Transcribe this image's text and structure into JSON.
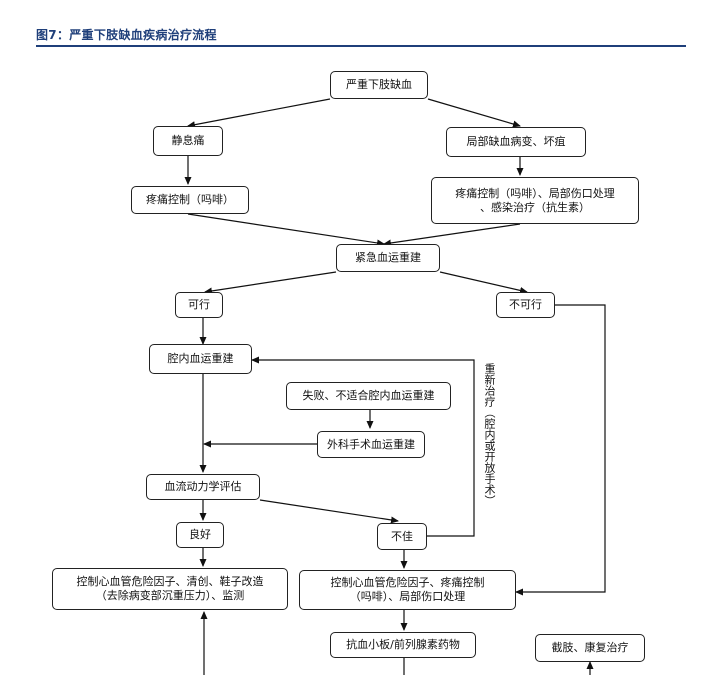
{
  "figure": {
    "title": "图7：严重下肢缺血疾病治疗流程"
  },
  "nodes": {
    "clti": "严重下肢缺血",
    "rest_pain": "静息痛",
    "tissue_loss": "局部缺血病变、坏疽",
    "pain_control": "疼痛控制（吗啡）",
    "pain_wound_infection": "疼痛控制（吗啡）、局部伤口处理\n、感染治疗（抗生素）",
    "emergency_revasc": "紧急血运重建",
    "feasible": "可行",
    "not_feasible": "不可行",
    "endo_revasc": "腔内血运重建",
    "fail_unsuitable": "失败、不适合腔内血运重建",
    "surgical_revasc": "外科手术血运重建",
    "hemo_assessment": "血流动力学评估",
    "good": "良好",
    "poor": "不佳",
    "risk_control_good": "控制心血管危险因子、清创、鞋子改造\n（去除病变部沉重压力）、监测",
    "risk_control_poor": "控制心血管危险因子、疼痛控制\n（吗啡）、局部伤口处理",
    "antiplatelet": "抗血小板/前列腺素药物",
    "amputation": "截肢、康复治疗"
  },
  "labels": {
    "retreat": "重新治疗（腔内或开放手术）"
  }
}
